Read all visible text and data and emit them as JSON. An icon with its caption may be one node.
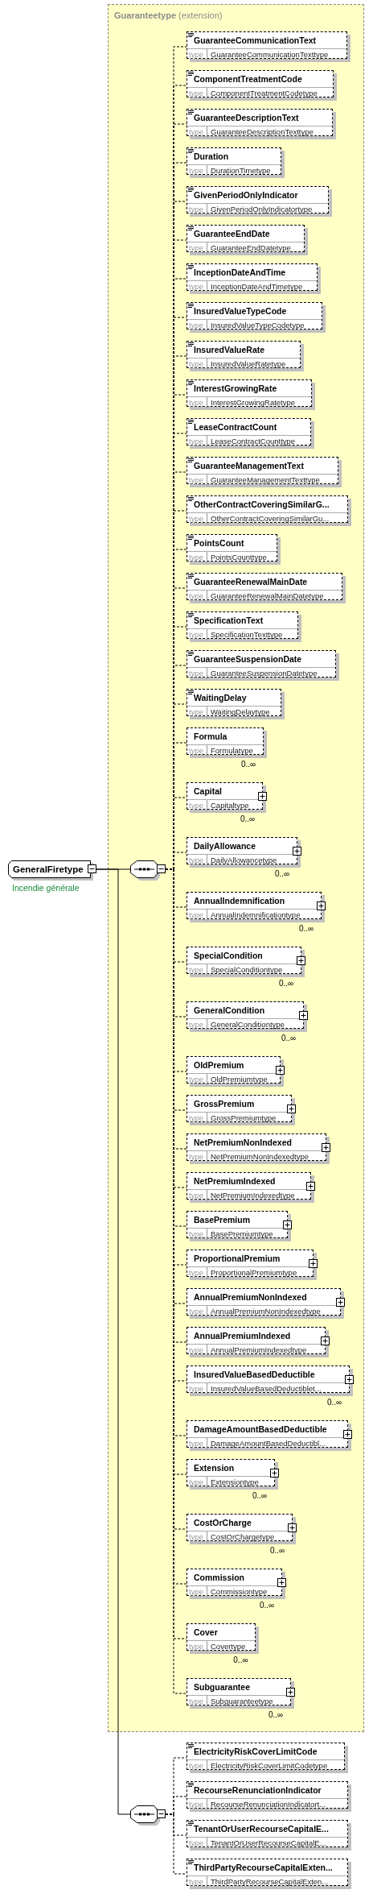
{
  "diagram": {
    "nodes": [
      {
        "text": [
          "GeneralFiretype"
        ],
        "beside": [
          "Incendie générale"
        ]
      },
      {
        "text": [
          "Guaranteetype",
          "(extension)"
        ]
      },
      {
        "text": [],
        "shape": "octagon",
        "in": 1
      },
      {
        "text": [
          "GuaranteeCommunicationText",
          "type",
          "GuaranteeCommunicationTexttype"
        ],
        "in": 1
      },
      {
        "text": [
          "ComponentTreatmentCode",
          "type",
          "ComponentTreatmentCodetype"
        ],
        "in": 1
      },
      {
        "text": [
          "GuaranteeDescriptionText",
          "type",
          "GuaranteeDescriptionTexttype"
        ],
        "in": 1
      },
      {
        "text": [
          "Duration",
          "type",
          "DurationTimetype"
        ],
        "in": 1
      },
      {
        "text": [
          "GivenPeriodOnlyIndicator",
          "type",
          "GivenPeriodOnlyIndicatortype"
        ],
        "in": 1
      },
      {
        "text": [
          "GuaranteeEndDate",
          "type",
          "GuaranteeEndDatetype"
        ],
        "in": 1
      },
      {
        "text": [
          "InceptionDateAndTime",
          "type",
          "InceptionDateAndTimetype"
        ],
        "in": 1
      },
      {
        "text": [
          "InsuredValueTypeCode",
          "type",
          "InsuredValueTypeCodetype"
        ],
        "in": 1
      },
      {
        "text": [
          "InsuredValueRate",
          "type",
          "InsuredValueRatetype"
        ],
        "in": 1
      },
      {
        "text": [
          "InterestGrowingRate",
          "type",
          "InterestGrowingRatetype"
        ],
        "in": 1
      },
      {
        "text": [
          "LeaseContractCount",
          "type",
          "LeaseContractCounttype"
        ],
        "in": 1
      },
      {
        "text": [
          "GuaranteeManagementText",
          "type",
          "GuaranteeManagementTexttype"
        ],
        "in": 1
      },
      {
        "text": [
          "OtherContractCoveringSimilarG...",
          "type",
          "OtherContractCoveringSimilarGu..."
        ],
        "in": 1
      },
      {
        "text": [
          "PointsCount",
          "type",
          "PointsCounttype"
        ],
        "in": 1
      },
      {
        "text": [
          "GuaranteeRenewalMainDate",
          "type",
          "GuaranteeRenewalMainDatetype"
        ],
        "in": 1
      },
      {
        "text": [
          "SpecificationText",
          "type",
          "SpecificationTexttype"
        ],
        "in": 1
      },
      {
        "text": [
          "GuaranteeSuspensionDate",
          "type",
          "GuaranteeSuspensionDatetype"
        ],
        "in": 1
      },
      {
        "text": [
          "WaitingDelay",
          "type",
          "WaitingDelaytype"
        ],
        "in": 1
      },
      {
        "text": [
          "Formula",
          "type",
          "Formulatype"
        ],
        "beside": [
          "0..∞"
        ],
        "in": 1
      },
      {
        "text": [
          "Capital",
          "type",
          "Capitaltype"
        ],
        "beside": [
          "0..∞"
        ],
        "in": 1
      },
      {
        "text": [
          "DailyAllowance",
          "type",
          "DailyAllowancetype"
        ],
        "beside": [
          "0..∞"
        ],
        "in": 1
      },
      {
        "text": [
          "AnnualIndemnification",
          "type",
          "AnnualIndemnificationtype"
        ],
        "beside": [
          "0..∞"
        ],
        "in": 1
      },
      {
        "text": [
          "SpecialCondition",
          "type",
          "SpecialConditiontype"
        ],
        "beside": [
          "0..∞"
        ],
        "in": 1
      },
      {
        "text": [
          "GeneralCondition",
          "type",
          "GeneralConditiontype"
        ],
        "beside": [
          "0..∞"
        ],
        "in": 1
      },
      {
        "text": [
          "OldPremium",
          "type",
          "OldPremiumtype"
        ],
        "in": 1
      },
      {
        "text": [
          "GrossPremium",
          "type",
          "GrossPremiumtype"
        ],
        "in": 1
      },
      {
        "text": [
          "NetPremiumNonIndexed",
          "type",
          "NetPremiumNonIndexedtype"
        ],
        "in": 1
      },
      {
        "text": [
          "NetPremiumIndexed",
          "type",
          "NetPremiumIndexedtype"
        ],
        "in": 1
      },
      {
        "text": [
          "BasePremium",
          "type",
          "BasePremiumtype"
        ],
        "in": 1
      },
      {
        "text": [
          "ProportionalPremium",
          "type",
          "ProportionalPremiumtype"
        ],
        "in": 1
      },
      {
        "text": [
          "AnnualPremiumNonIndexed",
          "type",
          "AnnualPremiumNonIndexedtype"
        ],
        "in": 1
      },
      {
        "text": [
          "AnnualPremiumIndexed",
          "type",
          "AnnualPremiumIndexedtype"
        ],
        "in": 1
      },
      {
        "text": [
          "InsuredValueBasedDeductible",
          "type",
          "InsuredValueBasedDeductiblet..."
        ],
        "beside": [
          "0..∞"
        ],
        "in": 1
      },
      {
        "text": [
          "DamageAmountBasedDeductible",
          "type",
          "DamageAmountBasedDeductibl..."
        ],
        "in": 1
      },
      {
        "text": [
          "Extension",
          "type",
          "Extensiontype"
        ],
        "beside": [
          "0..∞"
        ],
        "in": 1
      },
      {
        "text": [
          "CostOrCharge",
          "type",
          "CostOrChargetype"
        ],
        "beside": [
          "0..∞"
        ],
        "in": 1
      },
      {
        "text": [
          "Commission",
          "type",
          "Commissiontype"
        ],
        "beside": [
          "0..∞"
        ],
        "in": 1
      },
      {
        "text": [
          "Cover",
          "type",
          "Covertype"
        ],
        "beside": [
          "0..∞"
        ],
        "in": 1
      },
      {
        "text": [
          "Subguarantee",
          "type",
          "Subguaranteetype"
        ],
        "beside": [
          "0..∞"
        ],
        "in": 1
      },
      {
        "text": [],
        "shape": "octagon"
      },
      {
        "text": [
          "ElectricityRiskCoverLimitCode",
          "type",
          "ElectricityRiskCoverLimitCodetype"
        ]
      },
      {
        "text": [
          "RecourseRenunciationIndicator",
          "type",
          "RecourseRenunciationIndicatort..."
        ]
      },
      {
        "text": [
          "TenantOrUserRecourseCapitalE...",
          "type",
          "TenantOrUserRecourseCapitalE..."
        ]
      },
      {
        "text": [
          "ThirdPartyRecourseCapitalExten...",
          "type",
          "ThirdPartyRecourseCapitalExten..."
        ]
      }
    ],
    "edges": [
      {
        "from": 0,
        "to": 2,
        "arrow": "none"
      },
      {
        "from": 2,
        "to": 3,
        "arrow": "none",
        "style": "dashed"
      },
      {
        "from": 2,
        "to": 4,
        "arrow": "none",
        "style": "dashed"
      },
      {
        "from": 2,
        "to": 5,
        "arrow": "none",
        "style": "dashed"
      },
      {
        "from": 2,
        "to": 6,
        "arrow": "none",
        "style": "dashed"
      },
      {
        "from": 2,
        "to": 7,
        "arrow": "none",
        "style": "dashed"
      },
      {
        "from": 2,
        "to": 8,
        "arrow": "none",
        "style": "dashed"
      },
      {
        "from": 2,
        "to": 9,
        "arrow": "none",
        "style": "dashed"
      },
      {
        "from": 2,
        "to": 10,
        "arrow": "none",
        "style": "dashed"
      },
      {
        "from": 2,
        "to": 11,
        "arrow": "none",
        "style": "dashed"
      },
      {
        "from": 2,
        "to": 12,
        "arrow": "none",
        "style": "dashed"
      },
      {
        "from": 2,
        "to": 13,
        "arrow": "none",
        "style": "dashed"
      },
      {
        "from": 2,
        "to": 14,
        "arrow": "none",
        "style": "dashed"
      },
      {
        "from": 2,
        "to": 15,
        "arrow": "none",
        "style": "dashed"
      },
      {
        "from": 2,
        "to": 16,
        "arrow": "none",
        "style": "dashed"
      },
      {
        "from": 2,
        "to": 17,
        "arrow": "none",
        "style": "dashed"
      },
      {
        "from": 2,
        "to": 18,
        "arrow": "none",
        "style": "dashed"
      },
      {
        "from": 2,
        "to": 19,
        "arrow": "none",
        "style": "dashed"
      },
      {
        "from": 2,
        "to": 20,
        "arrow": "none",
        "style": "dashed"
      },
      {
        "from": 2,
        "to": 21,
        "arrow": "none",
        "style": "dashed"
      },
      {
        "from": 2,
        "to": 22,
        "arrow": "none",
        "style": "dashed"
      },
      {
        "from": 2,
        "to": 23,
        "arrow": "none",
        "style": "dashed"
      },
      {
        "from": 2,
        "to": 24,
        "arrow": "none",
        "style": "dashed"
      },
      {
        "from": 2,
        "to": 25,
        "arrow": "none",
        "style": "dashed"
      },
      {
        "from": 2,
        "to": 26,
        "arrow": "none",
        "style": "dashed"
      },
      {
        "from": 2,
        "to": 27,
        "arrow": "none",
        "style": "dashed"
      },
      {
        "from": 2,
        "to": 28,
        "arrow": "none",
        "style": "dashed"
      },
      {
        "from": 2,
        "to": 29,
        "arrow": "none",
        "style": "dashed"
      },
      {
        "from": 2,
        "to": 30,
        "arrow": "none",
        "style": "dashed"
      },
      {
        "from": 2,
        "to": 31,
        "arrow": "none",
        "style": "dashed"
      },
      {
        "from": 2,
        "to": 32,
        "arrow": "none",
        "style": "dashed"
      },
      {
        "from": 2,
        "to": 33,
        "arrow": "none",
        "style": "dashed"
      },
      {
        "from": 2,
        "to": 34,
        "arrow": "none",
        "style": "dashed"
      },
      {
        "from": 2,
        "to": 35,
        "arrow": "none",
        "style": "dashed"
      },
      {
        "from": 2,
        "to": 36,
        "arrow": "none",
        "style": "dashed"
      },
      {
        "from": 2,
        "to": 37,
        "arrow": "none",
        "style": "dashed"
      },
      {
        "from": 2,
        "to": 38,
        "arrow": "none",
        "style": "dashed"
      },
      {
        "from": 2,
        "to": 39,
        "arrow": "none",
        "style": "dashed"
      },
      {
        "from": 2,
        "to": 40,
        "arrow": "none",
        "style": "dashed"
      },
      {
        "from": 2,
        "to": 41,
        "arrow": "none",
        "style": "dashed"
      },
      {
        "from": 0,
        "to": 42,
        "arrow": "none"
      },
      {
        "from": 42,
        "to": 43,
        "arrow": "none",
        "style": "dashed"
      },
      {
        "from": 42,
        "to": 44,
        "arrow": "none",
        "style": "dashed"
      },
      {
        "from": 42,
        "to": 45,
        "arrow": "none",
        "style": "dashed"
      },
      {
        "from": 42,
        "to": 46,
        "arrow": "none",
        "style": "dashed"
      }
    ]
  }
}
